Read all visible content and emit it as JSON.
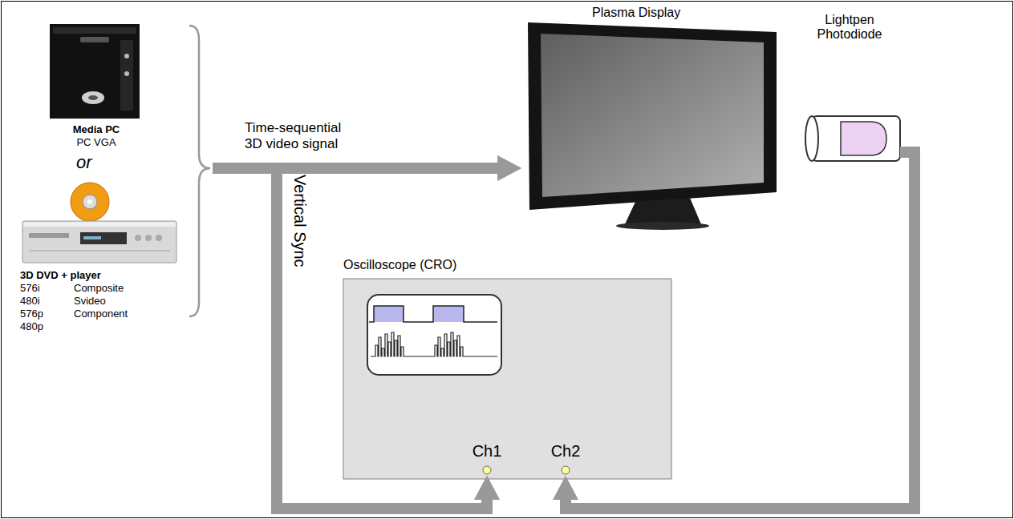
{
  "diagram": {
    "nodes": [
      {
        "text": [
          "Media PC",
          "PC VGA"
        ]
      },
      {
        "text": [
          "3D DVD + player",
          "576i",
          "Composite",
          "480i",
          "Svideo",
          "576p",
          "Component",
          "480p"
        ]
      },
      {
        "text": [
          "Plasma Display"
        ]
      },
      {
        "text": [
          "Lightpen Photodiode"
        ]
      },
      {
        "text": [
          "Oscilloscope (CRO)"
        ]
      },
      {
        "text": [
          "Ch1"
        ],
        "in": 4
      },
      {
        "text": [
          "Ch2"
        ],
        "in": 4
      }
    ],
    "edges": [
      {
        "from": 0,
        "to": 2,
        "arrow": "to",
        "label": "Time-sequential 3D video signal"
      },
      {
        "from": 1,
        "to": 2,
        "arrow": "to"
      },
      {
        "from": 0,
        "to": 5,
        "arrow": "to",
        "label": "Vertical Sync"
      },
      {
        "from": 1,
        "to": 5,
        "arrow": "to"
      },
      {
        "from": 3,
        "to": 6,
        "arrow": "to"
      }
    ],
    "labels": [
      "or"
    ]
  }
}
